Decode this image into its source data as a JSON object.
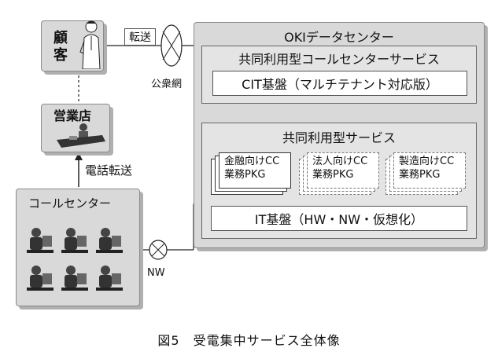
{
  "customer": {
    "label": "顧客"
  },
  "transfer_tag": {
    "label": "転送"
  },
  "public_network": {
    "label": "公衆網"
  },
  "sales_office": {
    "label": "営業店"
  },
  "phone_transfer": {
    "label": "電話転送"
  },
  "call_center": {
    "label": "コールセンター"
  },
  "nw_label": {
    "label": "NW"
  },
  "datacenter": {
    "title": "OKIデータセンター",
    "shared_callcenter_service": {
      "title": "共同利用型コールセンターサービス",
      "cit_platform": "CIT基盤（マルチテナント対応版）"
    },
    "shared_service": {
      "title": "共同利用型サービス",
      "packages": [
        {
          "line1": "金融向けCC",
          "line2": "業務PKG"
        },
        {
          "line1": "法人向けCC",
          "line2": "業務PKG"
        },
        {
          "line1": "製造向けCC",
          "line2": "業務PKG"
        }
      ],
      "it_platform": "IT基盤（HW・NW・仮想化）"
    }
  },
  "caption": "図5　受電集中サービス全体像"
}
